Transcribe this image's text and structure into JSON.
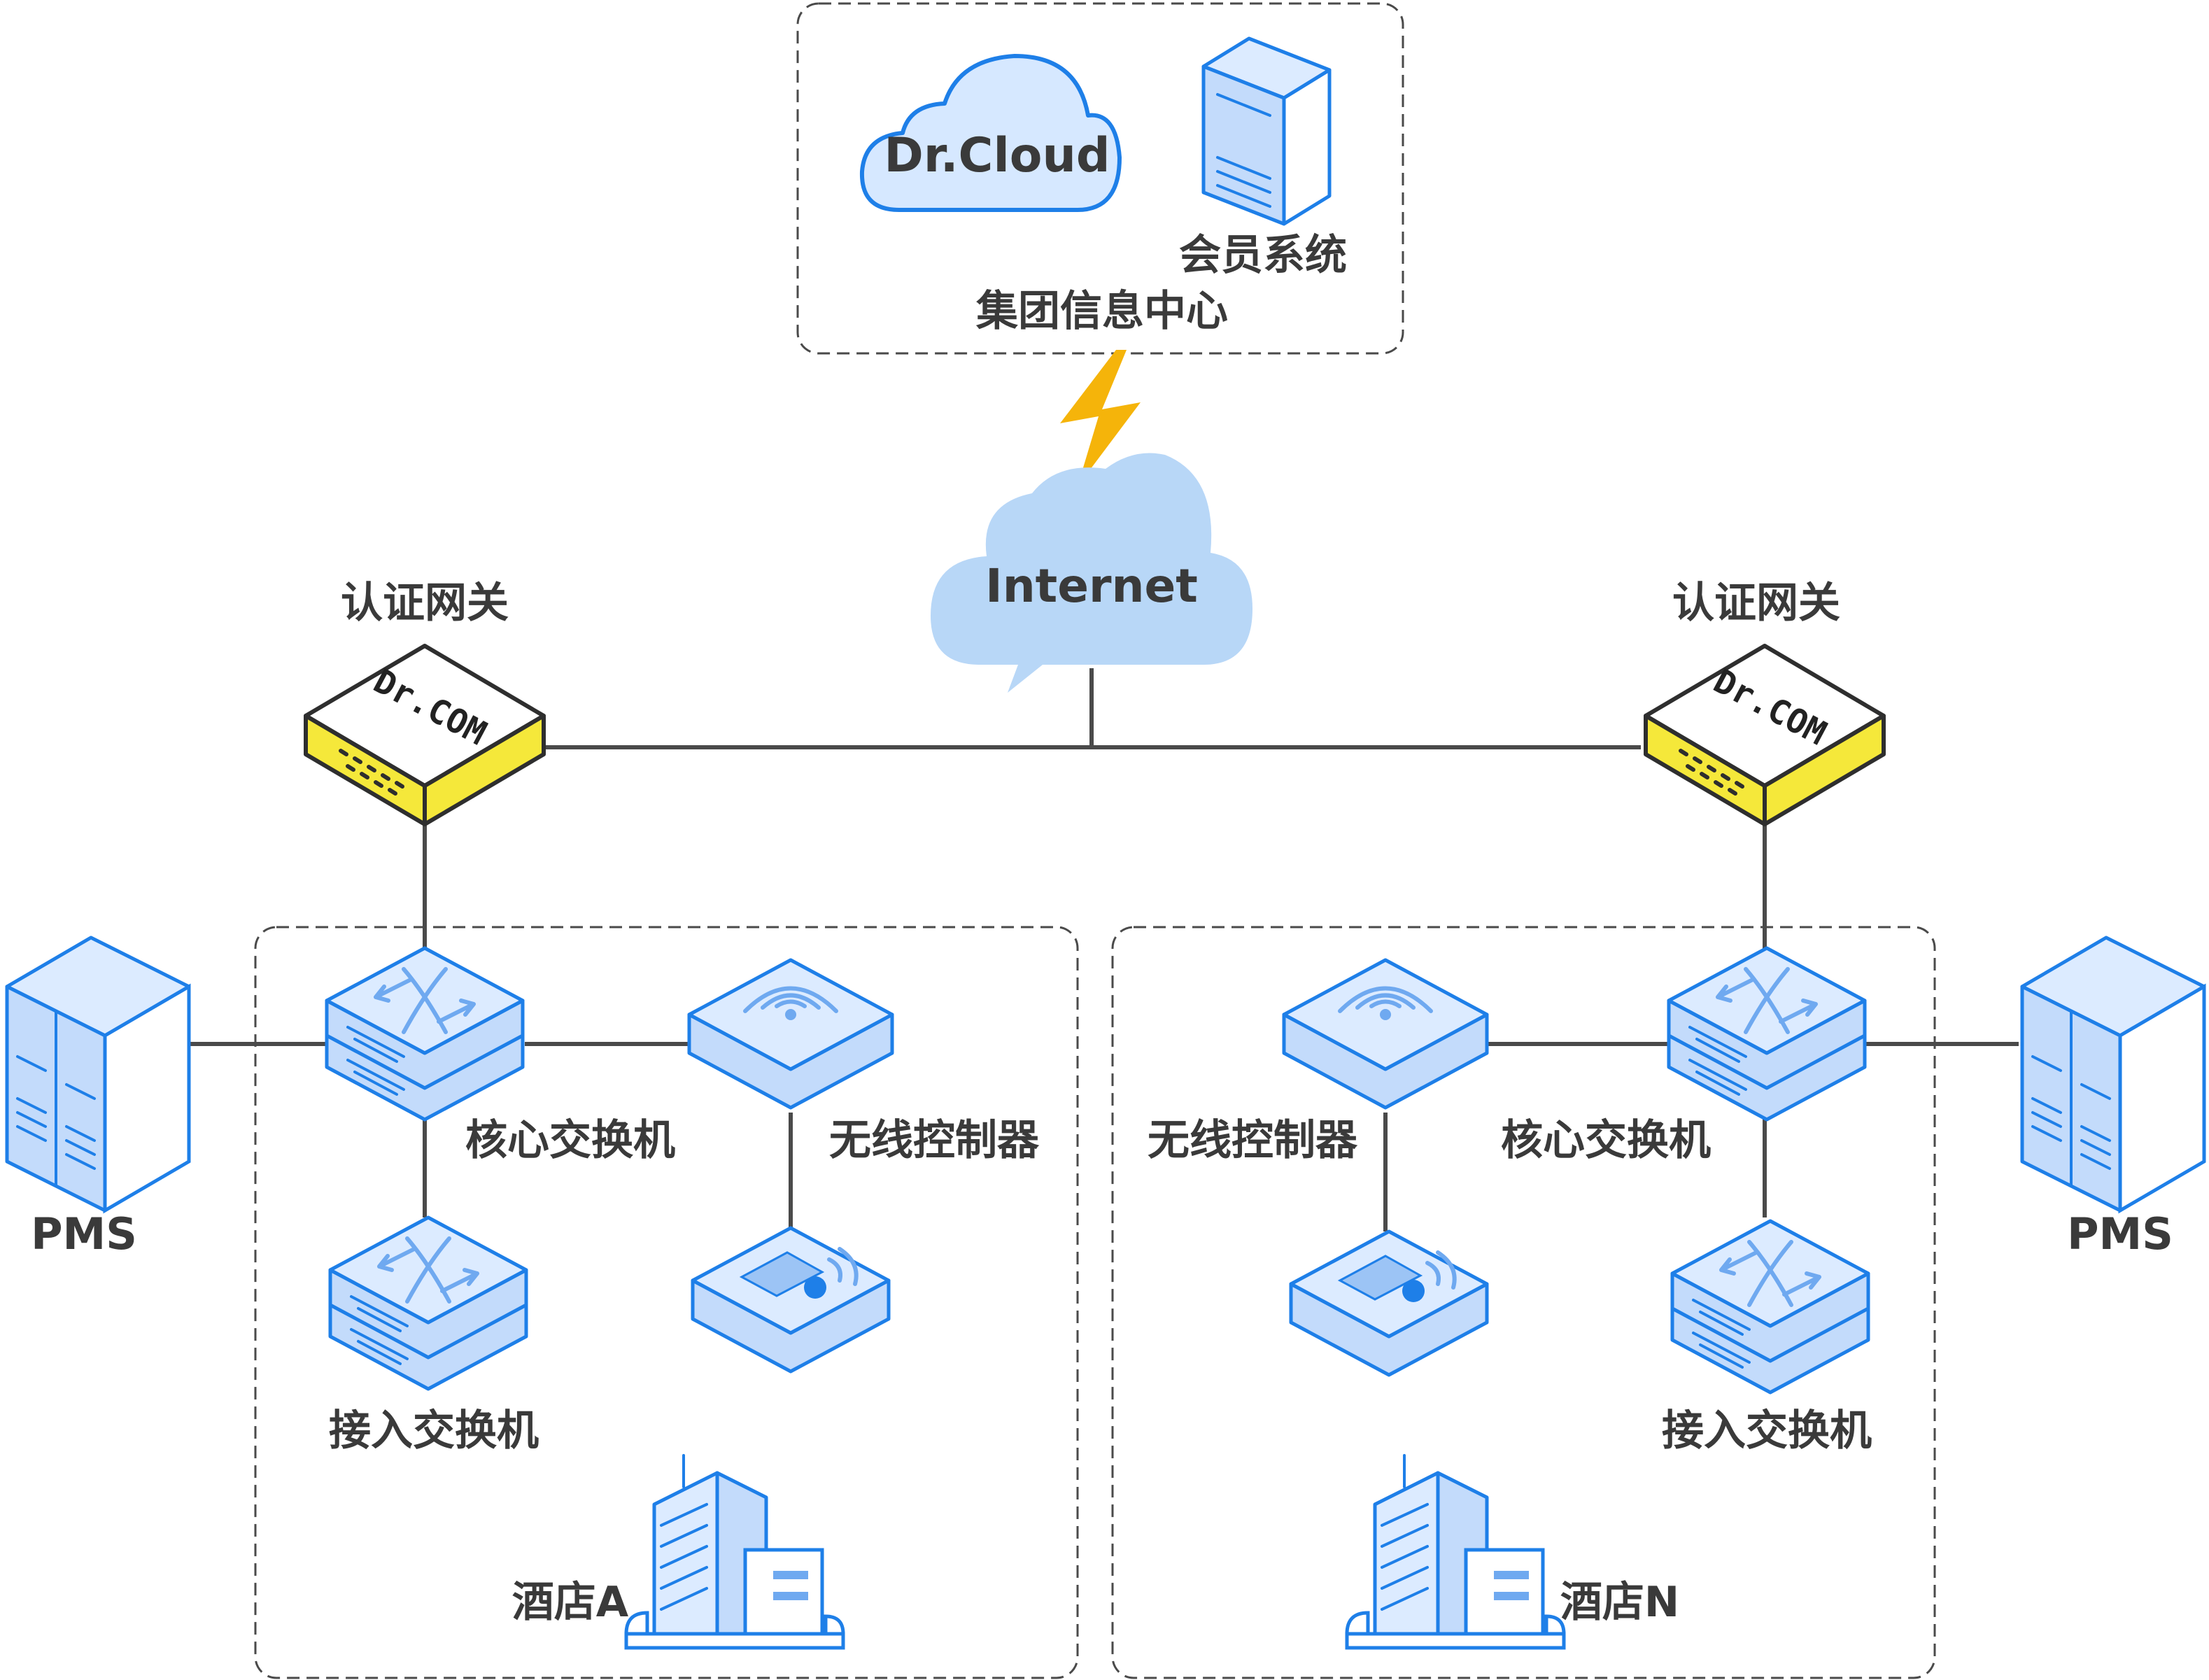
{
  "cloud_center": {
    "title": "集团信息中心",
    "drcloud_label": "Dr.Cloud",
    "member_system_label": "会员系统"
  },
  "internet_label": "Internet",
  "gateways": {
    "left_label": "认证网关",
    "right_label": "认证网关",
    "brand_text": "Dr.COM"
  },
  "hotel_a": {
    "name": "酒店A",
    "core_switch": "核心交换机",
    "wireless_controller": "无线控制器",
    "access_switch": "接入交换机",
    "pms": "PMS"
  },
  "hotel_n": {
    "name": "酒店N",
    "core_switch": "核心交换机",
    "wireless_controller": "无线控制器",
    "access_switch": "接入交换机",
    "pms": "PMS"
  },
  "colors": {
    "device_stroke": "#1e7fe8",
    "device_fill": "#dcebff",
    "gateway_yellow": "#f5e83a",
    "lightning": "#f5b40a",
    "internet_cloud": "#b8d7f7",
    "connector": "#4a4a4a"
  }
}
